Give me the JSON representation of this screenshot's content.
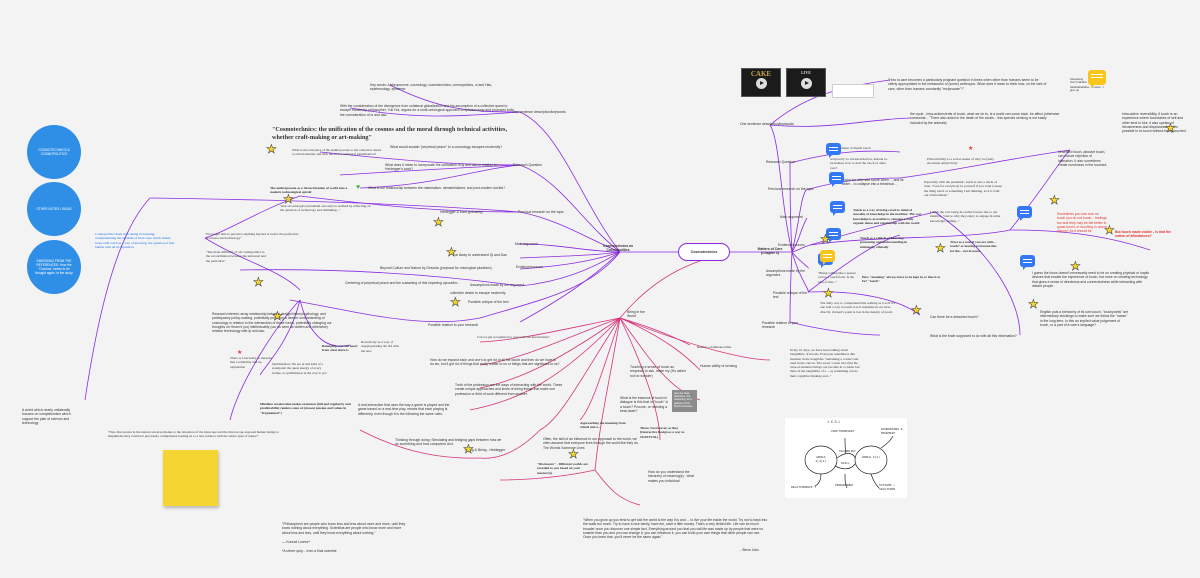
{
  "hubs": {
    "cosmotechnics": "Cosmotechnics",
    "cosmotechnics_cosmopolitics": "Cosmotechnics as Cosmopolitics",
    "matters_of_care": "Matters of Care (Chapter 3)"
  },
  "circles": [
    "COSMOTECHNICS & COSMOPOLITICS",
    "OTHER NOTES / IDEAS",
    "EMERGING FROM THE REFERENCES: How the \"Cosmos\" needs to be thought again, in the study"
  ],
  "left_branch": {
    "keywords_text": "Key words: Anthropocene, cosmology, cosmotechnics, cosmopolitics, oi and Hau, epistemology, episteme",
    "divergence_text": "With the consideration of the divergence from unilateral globalization and his assumption of a collective quest to escape modernity, philosopher, Yuk Hui, argues for a multi-ontological approach to epistemology and proposes both the consideration of oi and dao.",
    "one_sentence": "One sentence description/keywords",
    "quote": "\"Cosmotechnics: the unification of the cosmos and the moral through technical activities, whether craft-making or art-making\"",
    "relevance": "What is the relevance of the Anthropocene to the collective desire to exit modernity and with the end of unilateral globalization?",
    "surpass": "What would sustain \"perpetual peace\" to a cosmology escapes modernity?",
    "heidegger_unification": "What does it mean to incorporate the unification of qi and dao in relation to Heidegger's work?",
    "research_q": "Research Question",
    "anthropocene_intro": "The anthropocene as a 'historicization of world into a modern technological epistle'",
    "materialism": "What is the relationship between the materialism, dematerialized, and post-modern worlds?",
    "previous_research": "Previous research on the topic",
    "heidegger_kant": "Heidegger & Kant (primarily)",
    "ontological_pluralism": "\"that an ontological pluralism can only be realised by reflecting on the question of technology and rethinking...\"",
    "main_argument": "Main argument",
    "far_away": "Far Away to understand Qi and Dao",
    "evidence": "Evidence/sources",
    "beyond_culture": "Beyond Culture and Nature by Descola (proposal for ontological pluralism)",
    "assumptions": "Assumptions made by the argument",
    "collective_desire": "collective desire to escape modernity",
    "possible_critique": "Possible critique of the text",
    "possible_relation": "Possible relation to your research",
    "centering": "Centering of perpetual peace and the sustaining of this impeding uproot/for...",
    "no_longer": "\"No longer able to perceive anything beyond or below the perfection of science and technology\"",
    "cosmopolitics_text": "Cosmopolitics dealt with taking in listening, complementing the idealism of Kant were which makes sense with touch as a way of knowing, the question of this human with all its figuration.",
    "main_difficulty": "\"The main difficulty of all cosmopolitics is the reconciliation between the universal and the particular\"",
    "research_interest": "Research interest: array relationship between design/history/mythology, and participatory policy-making, potentially providing a deeper understanding of cosmology in relation to the intersection of these forms, potentially changing our thoughts on Hearn's (us) intellectuality (our as seen as written and otherwise) relation technology with qi and dao.",
    "necessity": "There is a necessity to measure that a reliability and its, exploitable",
    "optimization": "Optimization: We are at this kind of a standpoint the quest energy of every techne, is optimization in the way to go!",
    "belonging": "Belonging: can the heart from what there is",
    "recursivity": "Recursivity as a way of reappropriating the old with the new",
    "mindless": "Mindless acceleration makes extension (full and regularity and predictability renders state of (slowest tension and values in \"fragmented\")",
    "world_newly": "A world which nearly unilaterally focuses on completionism which support the plan of science and technology",
    "new_discoveries": "\"New discoveries in the natural sciences thanks to the invention of the telescope and the microscope exposed human beings to magnitudes they could not previously comprehend, leading us to a new relation with the 'entire span of nature'\"",
    "philosophers_quote": "\"Philosophers are people who know less and less about more and more, until they know nothing about everything. Scientists are people who know more and more about less and less, until they know everything about nothing.\"",
    "konrad": "— Konrad Lorenz*",
    "clever_quip": "*A clever quip... from a final scientist",
    "being_in_world": "Being in the World",
    "can_we_appropriate": "Can we get recognition to care with our intervention?",
    "how_do_we_expand": "How do we expand each and one's to get rid of all the doubt and then do we have to do sin, but it got rid of things that really matter to us or things that are significant to us?",
    "truth_profession": "Truth of the profession are the ways of interacting with the world. These create unique approaches and kinds of doing things that make one profession or field of work different from another.",
    "gap_game": "A real interaction that uses the way a game is played and the game based on a real-time play, means that each playing is differently, even though it is the following the same rules.",
    "being_among": "Being & Being - Heidegger",
    "thinking_doing": "Thinking through doing: Simulating and bridging gaps between how we do something and how computers do it.",
    "disclosure": "\"Disclosure\" - Different worlds are revealed to you based on your mastery(s)",
    "often_skill": "Often, the skill of an influence to our approach to the world, we often assume that everyone lives through the world like they do. The Worlds Someone Lives",
    "approaching_meaning": "Approaching the meaning from Scheff and a...",
    "heirarchy": "How do you understand the hierarchy of meaning(s) - what makes you individual"
  },
  "right_branch": {
    "one_sentence": "One sentence description/keywords",
    "how_to_care": "\"How to care becomes a particularly poignant question in times when other than humans seem to be utterly appropriated in the metaworks of (some) anthropos. What does it mean to think how, on the web of care, other than humans constantly \"reciprocate\"?\"",
    "cycle": "the cycle - intra-actions/ents of touch, what we do to, is a world can come back, be affect (otherwise somewhat... \"There also aided in the death of the corals... this species sensing is not easily included by the animals)",
    "research_q": "Research Question",
    "embodiment": "embodiment of digital touch",
    "reciprocity": "reciprocity vs. invasion/hollow, instead to-be-human, how to deal the touch of other care?",
    "previous_research": "Previous research on the topic",
    "previous_item": "Vision for alternate future when ... and its wider... to collapse into a theatrical...",
    "main_argument": "Main argument",
    "touch_care": "Touch as a way of being cared to mind of morality of knowledge in the machine. The way knowledge is accessible is, remains a truly organic dense and relationship with the world.",
    "evidence": "Evidence/sources",
    "touch_vehicle": "Touch as a vehicle of knowing, presenting and understanding in intimately, ethically",
    "assumptions": "Assumptions made by the argument",
    "possible_critique": "Possible critique of the text",
    "possible_relation": "Possible relation to your research",
    "care_way": "How \"meaning\" always have to be kept in or that it to be? \"touch\"",
    "visible_ability": "Ethical/ability to a social seeker of why we (and) encounter subjectively",
    "specially_unsettling": "Especially with the pandemic, touch is also a mode of trust. \"Care for everybody in yourself if you want to keep the thing touch or something I am thinking, as it is with our environment.\"",
    "thinking_question": "I think the care being in on this forever due to our intuitive, \"and so why they enjoy to engage in some knowledge, feeling...\"",
    "ecological": "Can there be a detached touch?",
    "what_is_brain": "What is the brain supposed to do with all this information?",
    "daily_way": "The daily way to comprehend this nothing as it as if it's one fold a way to touch it as it transmits in our lives directly. Zuckert's point is lost in the density of touch.",
    "unsettled_touch": "Unsettled touch, abusive touch, can induce rejection of intimation. It also sometimes create numbness in the touched.",
    "intra_active": "Intra-active reversibility, if touch is an experience where boundaries of self and other tend to blur, it also speaks of intrusiveness and dispossession. It is possible to re-touch without being touched.",
    "thing_touch": "\"Being a thing like a person can be a touch from. Is the idea of this...\"",
    "english_point": "English puts a hierarchy of its own touch, \"touchpoints\" are intermediary stockings to make sure we follow the \"ocean\" in the long term. Is this an implied value judgement of touch, or a part of a care's language?",
    "red_thoughts": "Sometimes you can now no touch you do not touch... feelings too and they may be felt better in quasi-touch, or touching in wrong places? As it should be",
    "red_thoughts_2": "But touch made visible - is that the notion of affordances?",
    "trust_tool": "Trust as a tool, if you are with... touch? or leaving to become this for the... not in touch.",
    "speculation": "I guess the focus doesn't necessarily need to be on creating physical or haptic devices that enable the experience of touch, but more on creating technology that gives a sense of directness and connectedness while interacting with distant people.",
    "in_my_ideas": "In my 10 days, we have been talking about Sangibility of moods. Everyone remembers this moment in the Sangibles \"remaining a contact and used in the canvas. The aware 's kids who find the cube-of-human's things can become in a cluster but there in the tangibility of a ... as something can do their cognitive thinking and...\"",
    "realize": "Realize a dominance/like",
    "human_ability": "Human ability of sensing",
    "how_to_evolve": "Touching a sense of touch as response to ask, make my (It's called ruin to wonder)",
    "what_is_essence": "What is the essence of touch in dialogue is this that or \"touch\" is a touch? Procure, or resisting a beat-heart?",
    "reciprocity_care": "There, Not forever, as they (Interactive Design as a way to SURVIVAL)",
    "when_you_grow": "\"When you grow up you tend to get told the world is the way it is and ... to live your life inside the world. Try not to bash into the walls too much. Try to have a nice family, have fun, save a little money. That's a very limited life. Life can be much broader once you discover one simple fact. Everything around you that you call life was made up by people that were no smarter than you and you can change it, you can influence it, you can build your own things that other people can use. Once you learn that, you'll never be the same again.\"",
    "steve_jobs": "- Steve Jobs",
    "note_grey": "How we have directions, the reasoning, as a gesture of the fourth technical..."
  },
  "media": {
    "video1": "CAKE",
    "video2": "LIVE",
    "reaction": "Interesting (fun!) hahaha",
    "reaction_2": "hahahahahaha... I mean... I give up"
  },
  "sketch_labels": {
    "top": "J.X.S.L",
    "left_circle": "WORLD 0,4(1)",
    "right_circle": "WORLD 2(1)",
    "mid": "CRAFTSMANSHIP",
    "technology": "TECHNOLOGY",
    "bottom": "PROGRAMMER",
    "left_bottom": "RELATIONSHIP ?",
    "right_bottom": "SYSTEMS / SOLUTIONS",
    "right_top": "DIMENSIONS & MOVEMENT",
    "skill": "SKILL"
  },
  "colors": {
    "purple_branch": "#8a2be2",
    "pink_branch": "#d6337a",
    "sticky": "#f5d531",
    "circle_blue": "#2f8fe6",
    "bubble_blue": "#3478f6",
    "bubble_yellow": "#f7c51b"
  }
}
